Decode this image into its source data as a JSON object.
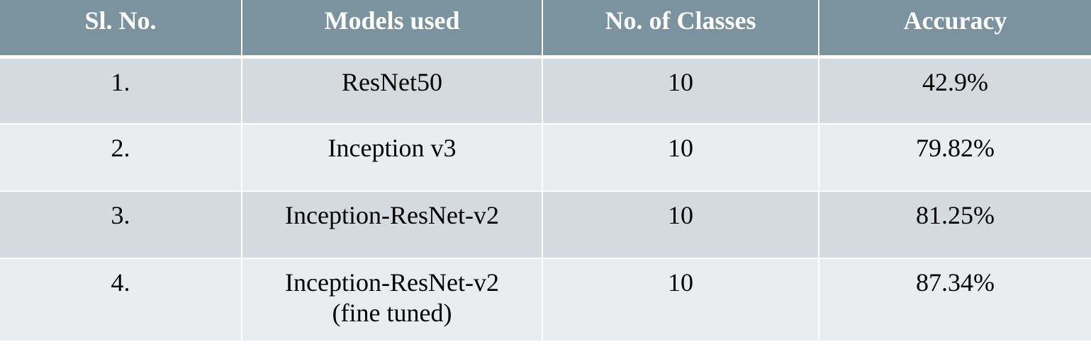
{
  "table": {
    "headers": [
      "Sl. No.",
      "Models used",
      "No. of Classes",
      "Accuracy"
    ],
    "rows": [
      {
        "sl_no": "1.",
        "model": [
          "ResNet50"
        ],
        "classes": "10",
        "accuracy": "42.9%"
      },
      {
        "sl_no": "2.",
        "model": [
          "Inception v3"
        ],
        "classes": "10",
        "accuracy": "79.82%"
      },
      {
        "sl_no": "3.",
        "model": [
          "Inception-ResNet-v2"
        ],
        "classes": "10",
        "accuracy": "81.25%"
      },
      {
        "sl_no": "4.",
        "model": [
          "Inception-ResNet-v2",
          "(fine tuned)"
        ],
        "classes": "10",
        "accuracy": "87.34%"
      }
    ]
  },
  "colors": {
    "header_bg": "#7b929f",
    "row_odd_bg": "#d5dade",
    "row_even_bg": "#ebecee"
  }
}
